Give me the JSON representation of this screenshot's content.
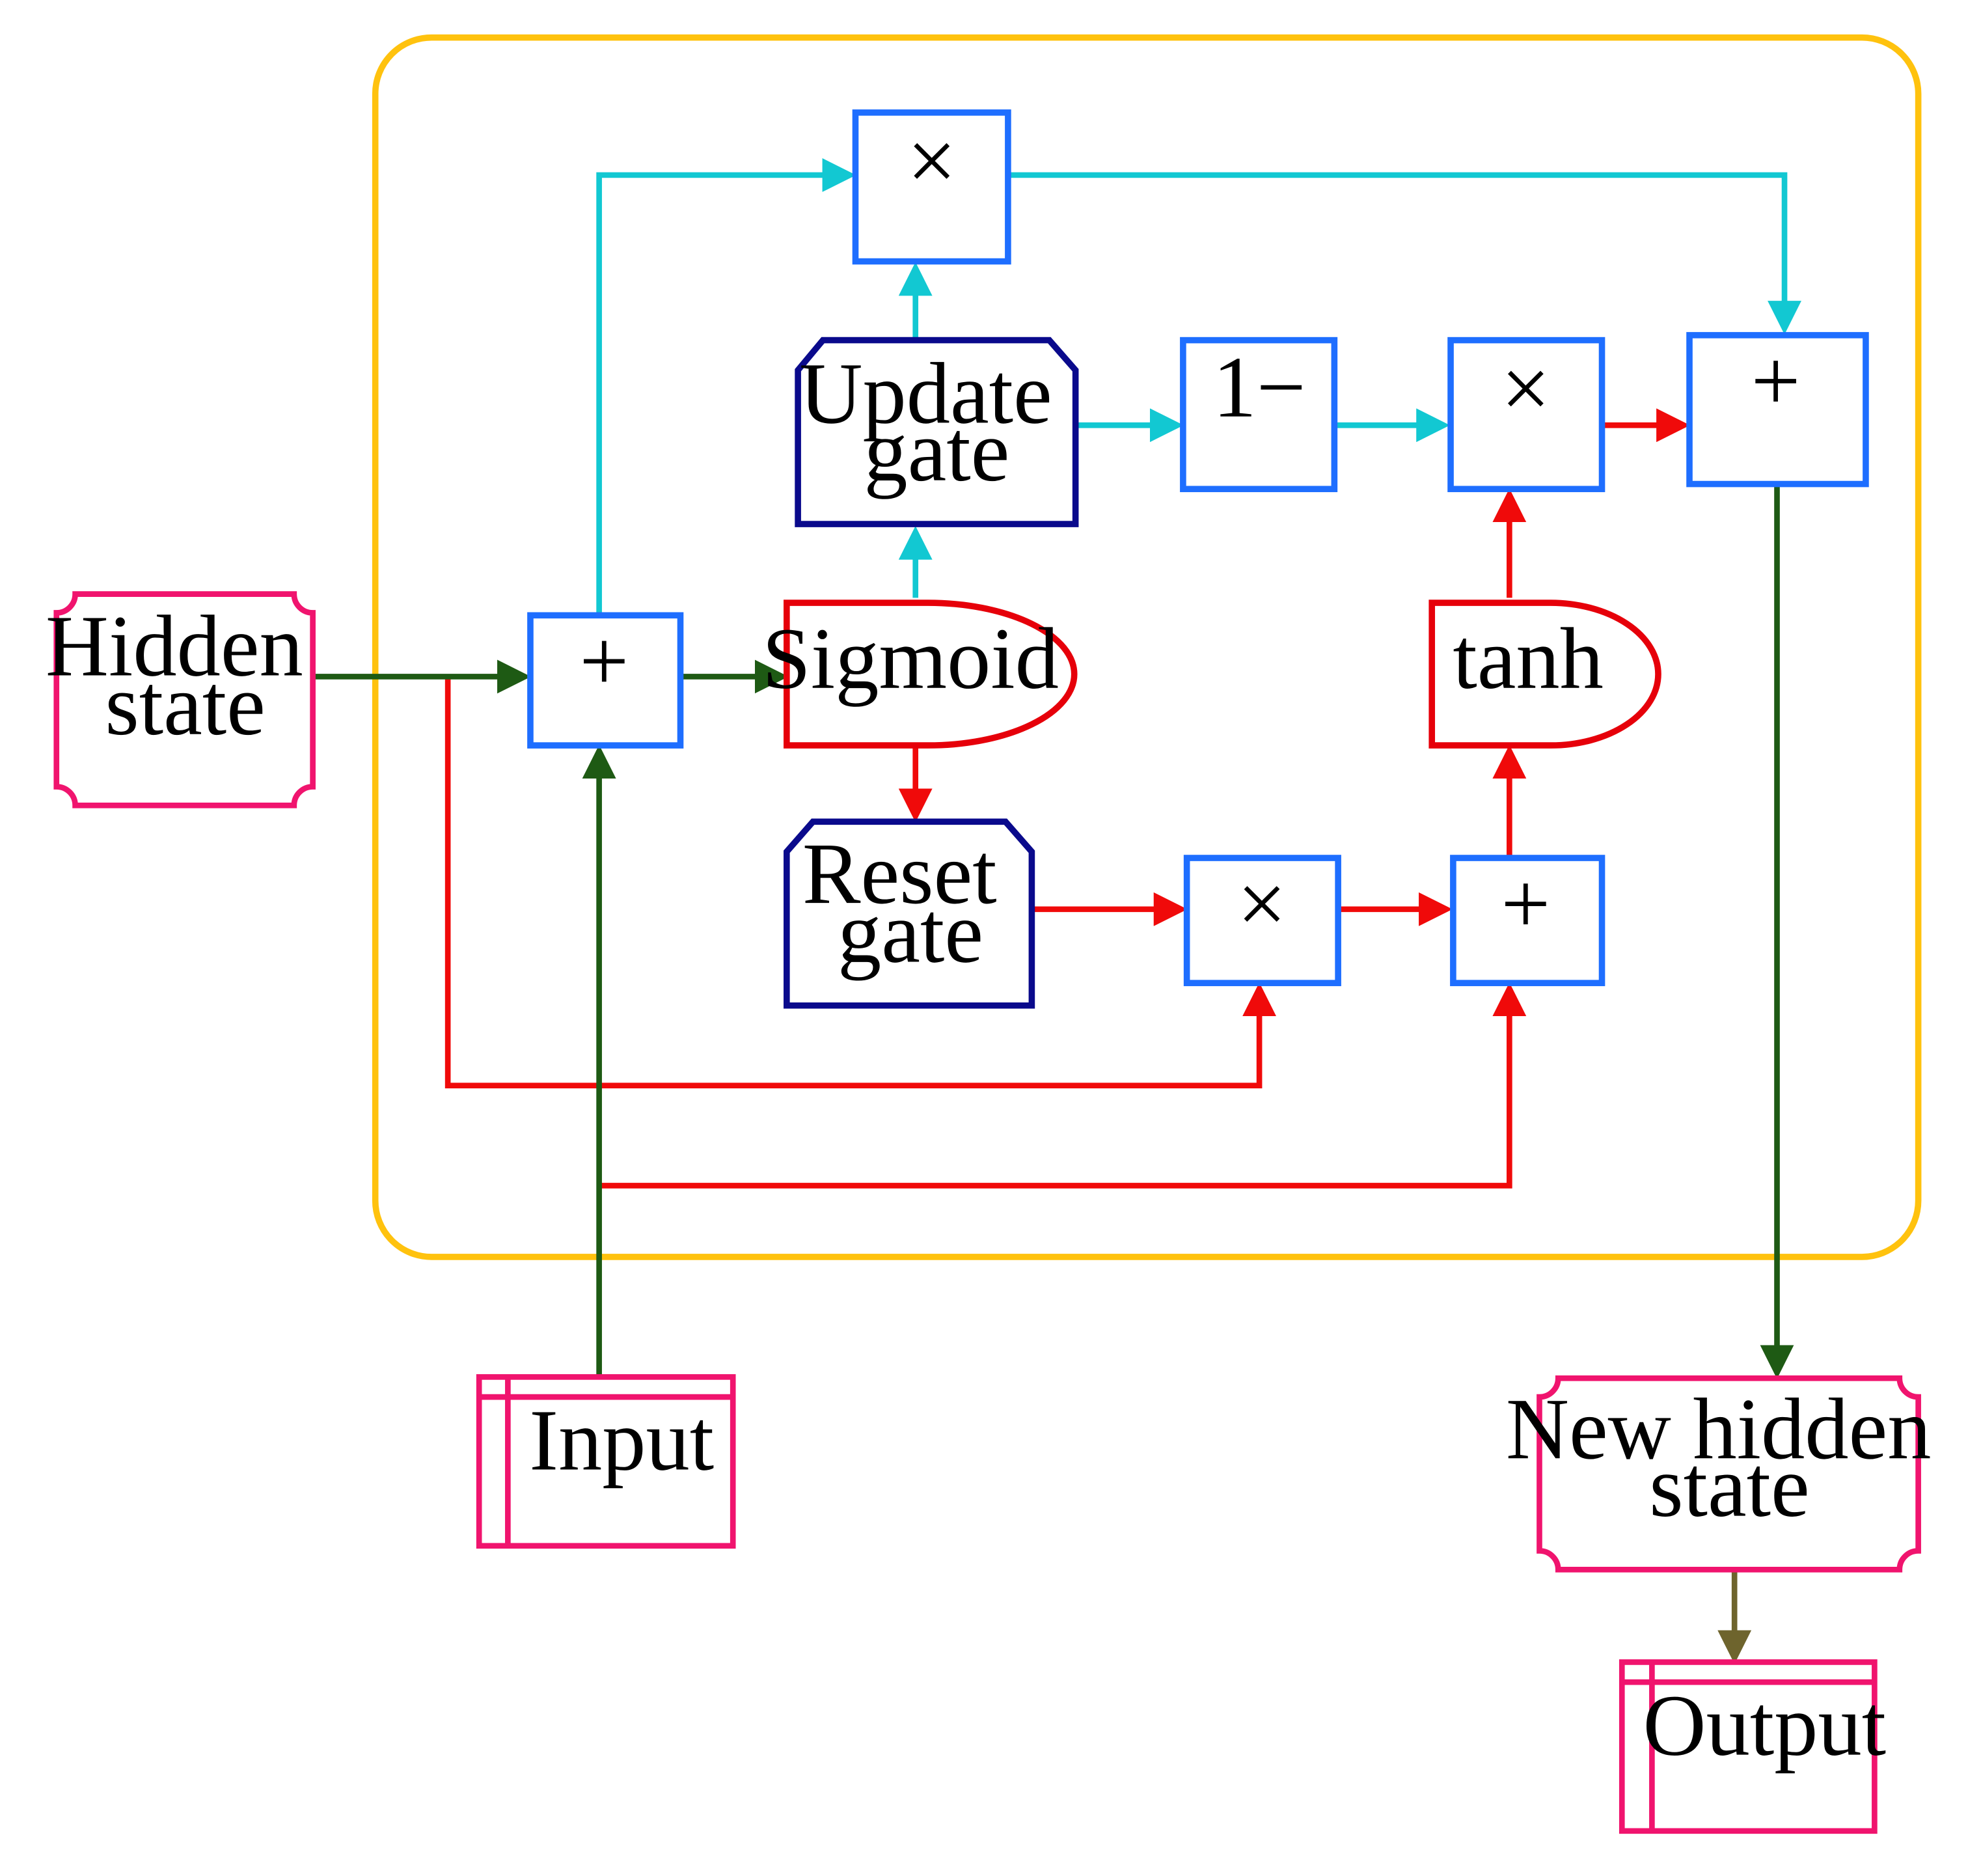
{
  "nodes": {
    "hidden_state": {
      "lines": [
        "Hidden",
        "state"
      ]
    },
    "input": {
      "lines": [
        "Input"
      ]
    },
    "sum_input": {
      "lines": [
        "+"
      ]
    },
    "sigmoid": {
      "lines": [
        "Sigmoid"
      ]
    },
    "update_gate": {
      "lines": [
        "Update",
        "gate"
      ]
    },
    "reset_gate": {
      "lines": [
        "Reset",
        "gate"
      ]
    },
    "mult_top": {
      "lines": [
        "×"
      ]
    },
    "one_minus": {
      "lines": [
        "1−"
      ]
    },
    "mult_mid": {
      "lines": [
        "×"
      ]
    },
    "sum_out": {
      "lines": [
        "+"
      ]
    },
    "tanh": {
      "lines": [
        "tanh"
      ]
    },
    "mult_reset": {
      "lines": [
        "×"
      ]
    },
    "sum_reset": {
      "lines": [
        "+"
      ]
    },
    "new_hidden_state": {
      "lines": [
        "New hidden",
        "state"
      ]
    },
    "output": {
      "lines": [
        "Output"
      ]
    }
  },
  "colors": {
    "cell_border": "#FFC20E",
    "op_box": "#1E6EFF",
    "gate_box": "#0A0A8C",
    "io_box": "#F0146E",
    "activation": "#E6000A",
    "arrow_cyan": "#12C8D2",
    "arrow_red": "#F00A0A",
    "arrow_green": "#1E5A14",
    "arrow_olive": "#6E642D"
  }
}
